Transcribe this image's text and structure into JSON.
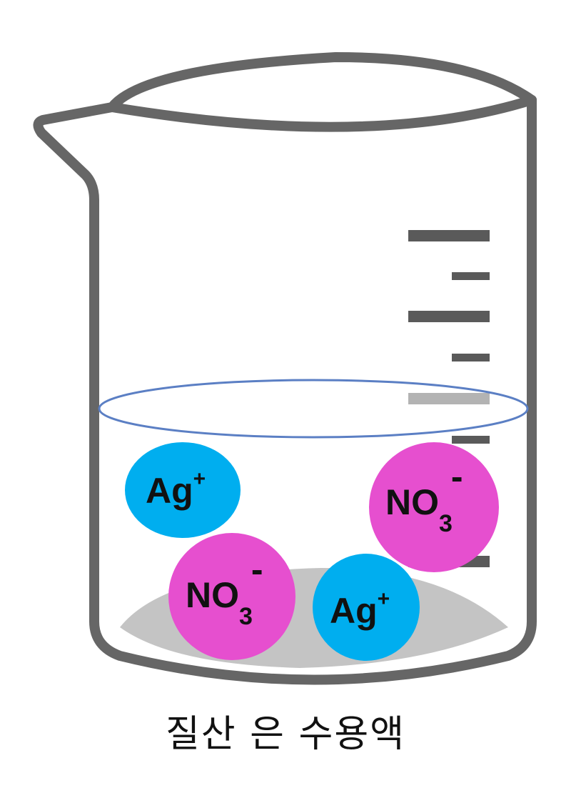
{
  "caption": "질산 은 수용액",
  "colors": {
    "beaker_outline": "#666666",
    "liquid_surface": "#5b7fc4",
    "silver_ion": "#00aeef",
    "nitrate_ion": "#e64fcf",
    "sediment": "#c4c4c4",
    "graduation": "#5a5a5a",
    "graduation_faded": "#b3b3b3"
  },
  "ions": {
    "silver_1": {
      "symbol": "Ag",
      "charge": "+"
    },
    "silver_2": {
      "symbol": "Ag",
      "charge": "+"
    },
    "nitrate_1": {
      "symbol": "NO",
      "subscript": "3",
      "charge": "-"
    },
    "nitrate_2": {
      "symbol": "NO",
      "subscript": "3",
      "charge": "-"
    }
  }
}
